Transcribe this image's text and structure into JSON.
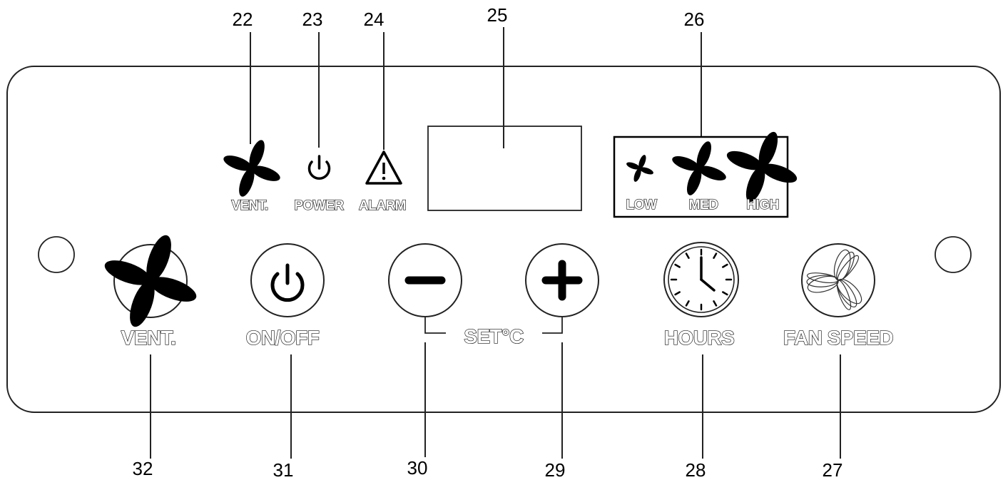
{
  "callouts": {
    "n22": "22",
    "n23": "23",
    "n24": "24",
    "n25": "25",
    "n26": "26",
    "n27": "27",
    "n28": "28",
    "n29": "29",
    "n30": "30",
    "n31": "31",
    "n32": "32"
  },
  "indicators": {
    "vent": "VENT.",
    "power": "POWER",
    "alarm": "ALARM",
    "low": "LOW",
    "med": "MED",
    "high": "HIGH"
  },
  "buttons": {
    "vent": "VENT.",
    "on_off": "ON/OFF",
    "set": "SET°C",
    "hours": "HOURS",
    "fan_speed": "FAN SPEED"
  },
  "icons": {
    "vent_indicator": "fan-icon",
    "power_indicator": "power-icon",
    "alarm_indicator": "warning-triangle-icon",
    "low_speed": "fan-small-icon",
    "med_speed": "fan-medium-icon",
    "high_speed": "fan-large-icon",
    "vent_button": "fan-icon",
    "onoff_button": "power-icon",
    "minus_button": "minus-icon",
    "plus_button": "plus-icon",
    "hours_button": "clock-icon",
    "fan_speed_button": "fan-blades-icon"
  }
}
